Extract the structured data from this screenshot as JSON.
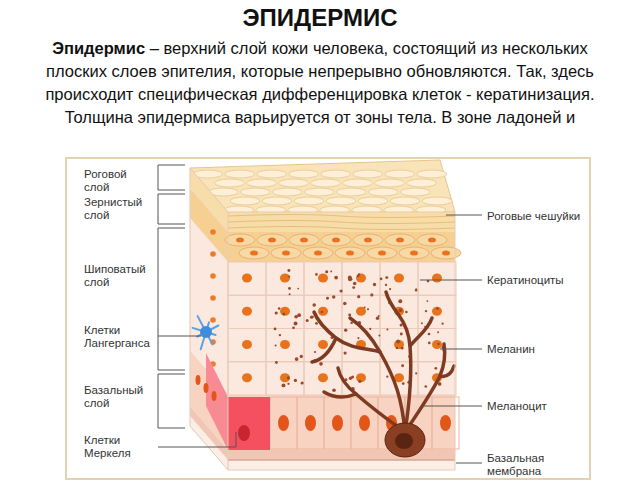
{
  "diagram": {
    "title": "ЭПИДЕРМИС",
    "labels": [
      "Эпидермис",
      "– верхний слой кожи человека, состоящий из нескольких плоских слоев эпителия, которые непрерывно обновляются. Так, здесь происходит специфическая дифференцировка клеток - кератинизация. Толщина эпидермиса варьируется от зоны тела. В зоне ладоней и",
      "Роговой слой",
      "Зернистый слой",
      "Шиповатый слой",
      "Клетки Лангерганса",
      "Базальный слой",
      "Клетки Меркеля",
      "Роговые чешуйки",
      "Кератиноциты",
      "Меланин",
      "Меланоцит",
      "Базальная мембрана"
    ]
  }
}
